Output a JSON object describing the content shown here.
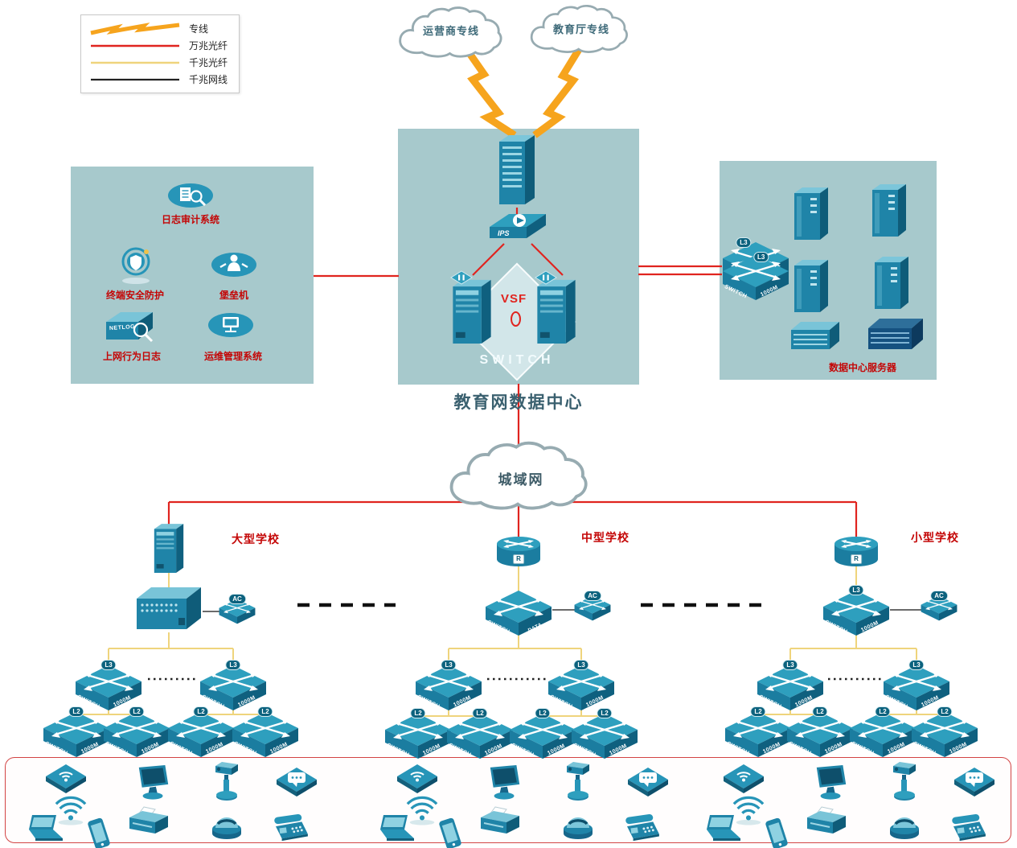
{
  "legend": {
    "items": [
      {
        "label": "专线"
      },
      {
        "label": "万兆光纤"
      },
      {
        "label": "千兆光纤"
      },
      {
        "label": "千兆网线"
      }
    ]
  },
  "clouds": {
    "carrier": "运营商专线",
    "education": "教育厅专线",
    "man": "城域网"
  },
  "data_center": {
    "title": "教育网数据中心",
    "vsf": "VSF",
    "ips": "IPS",
    "core_switch": "SWITCH"
  },
  "security_zone": {
    "items": [
      {
        "label": "日志审计系统"
      },
      {
        "label": "终端安全防护"
      },
      {
        "label": "堡垒机"
      },
      {
        "label": "上网行为日志",
        "device_text": "NETLOG"
      },
      {
        "label": "运维管理系统"
      }
    ]
  },
  "server_zone": {
    "label": "数据中心服务器"
  },
  "labels": {
    "switch": "SWITCH",
    "speed": "1000M",
    "l3": "L3",
    "l2": "L2",
    "ac": "AC",
    "router": "R",
    "data_center_switch": "DATA CENTER"
  },
  "schools": [
    {
      "name": "大型学校"
    },
    {
      "name": "中型学校"
    },
    {
      "name": "小型学校"
    }
  ]
}
